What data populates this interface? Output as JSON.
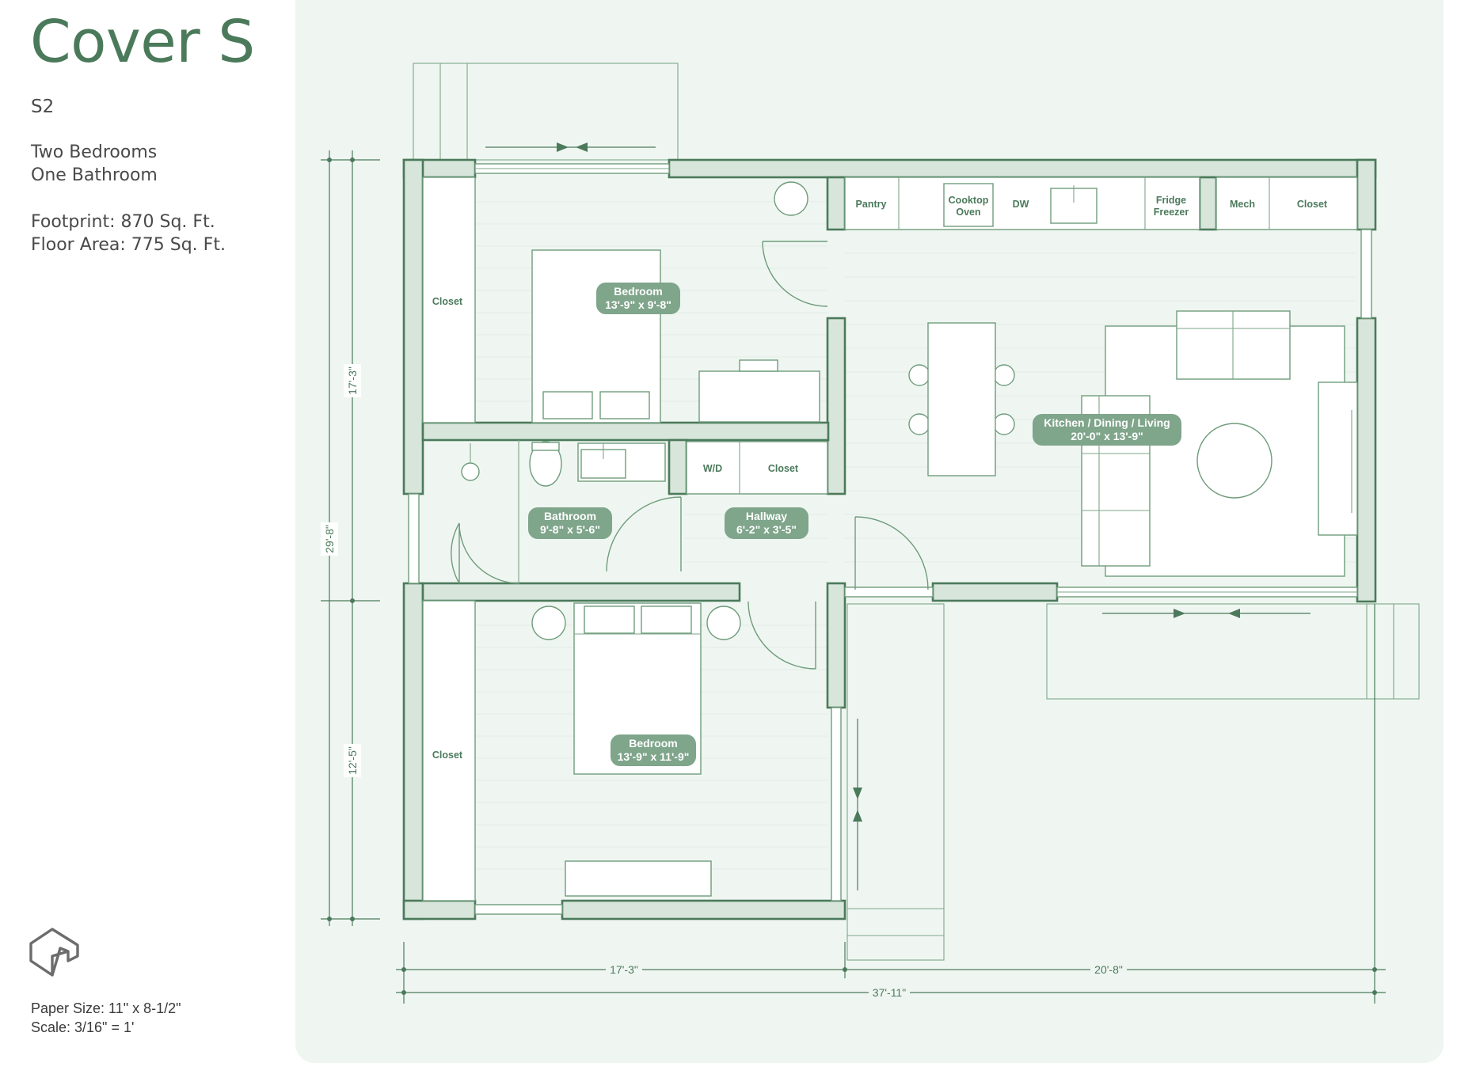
{
  "header": {
    "title": "Cover S",
    "model": "S2",
    "bedrooms": "Two Bedrooms",
    "bathrooms": "One Bathroom",
    "footprint": "Footprint: 870 Sq. Ft.",
    "floor_area": "Floor Area: 775 Sq. Ft."
  },
  "footer": {
    "paper_size": "Paper Size: 11\" x 8-1/2\"",
    "scale": "Scale: 3/16\" = 1'"
  },
  "icons": {
    "logo": "house-outline-logo-icon"
  },
  "colors": {
    "brand_green": "#4b7a5b",
    "panel_background": "#eff6f1",
    "wall_fill": "#d7e5db",
    "label_pill": "#7fa58b"
  },
  "rooms": {
    "bedroom_top": {
      "name": "Bedroom",
      "size": "13'-9\" x 9'-8\""
    },
    "bedroom_bottom": {
      "name": "Bedroom",
      "size": "13'-9\" x 11'-9\""
    },
    "bathroom": {
      "name": "Bathroom",
      "size": "9'-8\" x 5'-6\""
    },
    "hallway": {
      "name": "Hallway",
      "size": "6'-2\" x 3'-5\""
    },
    "living": {
      "name": "Kitchen / Dining / Living",
      "size": "20'-0\" x 13'-9\""
    }
  },
  "fixtures": {
    "closet_top": "Closet",
    "closet_bottom": "Closet",
    "pantry": "Pantry",
    "cooktop_line1": "Cooktop",
    "cooktop_line2": "Oven",
    "dw": "DW",
    "fridge_line1": "Fridge",
    "fridge_line2": "Freezer",
    "mech": "Mech",
    "closet_mech": "Closet",
    "wd": "W/D",
    "closet_hall": "Closet"
  },
  "dimensions": {
    "left_total": "29'-8\"",
    "left_upper": "17'-3\"",
    "left_lower": "12'-5\"",
    "bottom_left": "17'-3\"",
    "bottom_right": "20'-8\"",
    "bottom_total": "37'-11\""
  }
}
